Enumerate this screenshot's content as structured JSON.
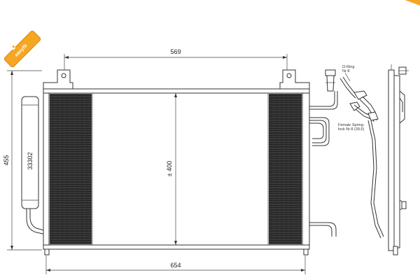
{
  "badge": {
    "text": "easyfit",
    "bg_color": "#f5a623"
  },
  "dimensions": {
    "top_width": "569",
    "bottom_width": "654",
    "left_height": "455",
    "core_height": "± 400",
    "dryer_part_no": "33302"
  },
  "annotations": {
    "o_ring": [
      "O-Ring",
      "Nr 8"
    ],
    "spring_lock": [
      "Female Spring-",
      "lock Nr.8 (39,5)"
    ]
  },
  "colors": {
    "line": "#333333",
    "fin": "#2a2a2a",
    "accent": "#f5a623"
  }
}
